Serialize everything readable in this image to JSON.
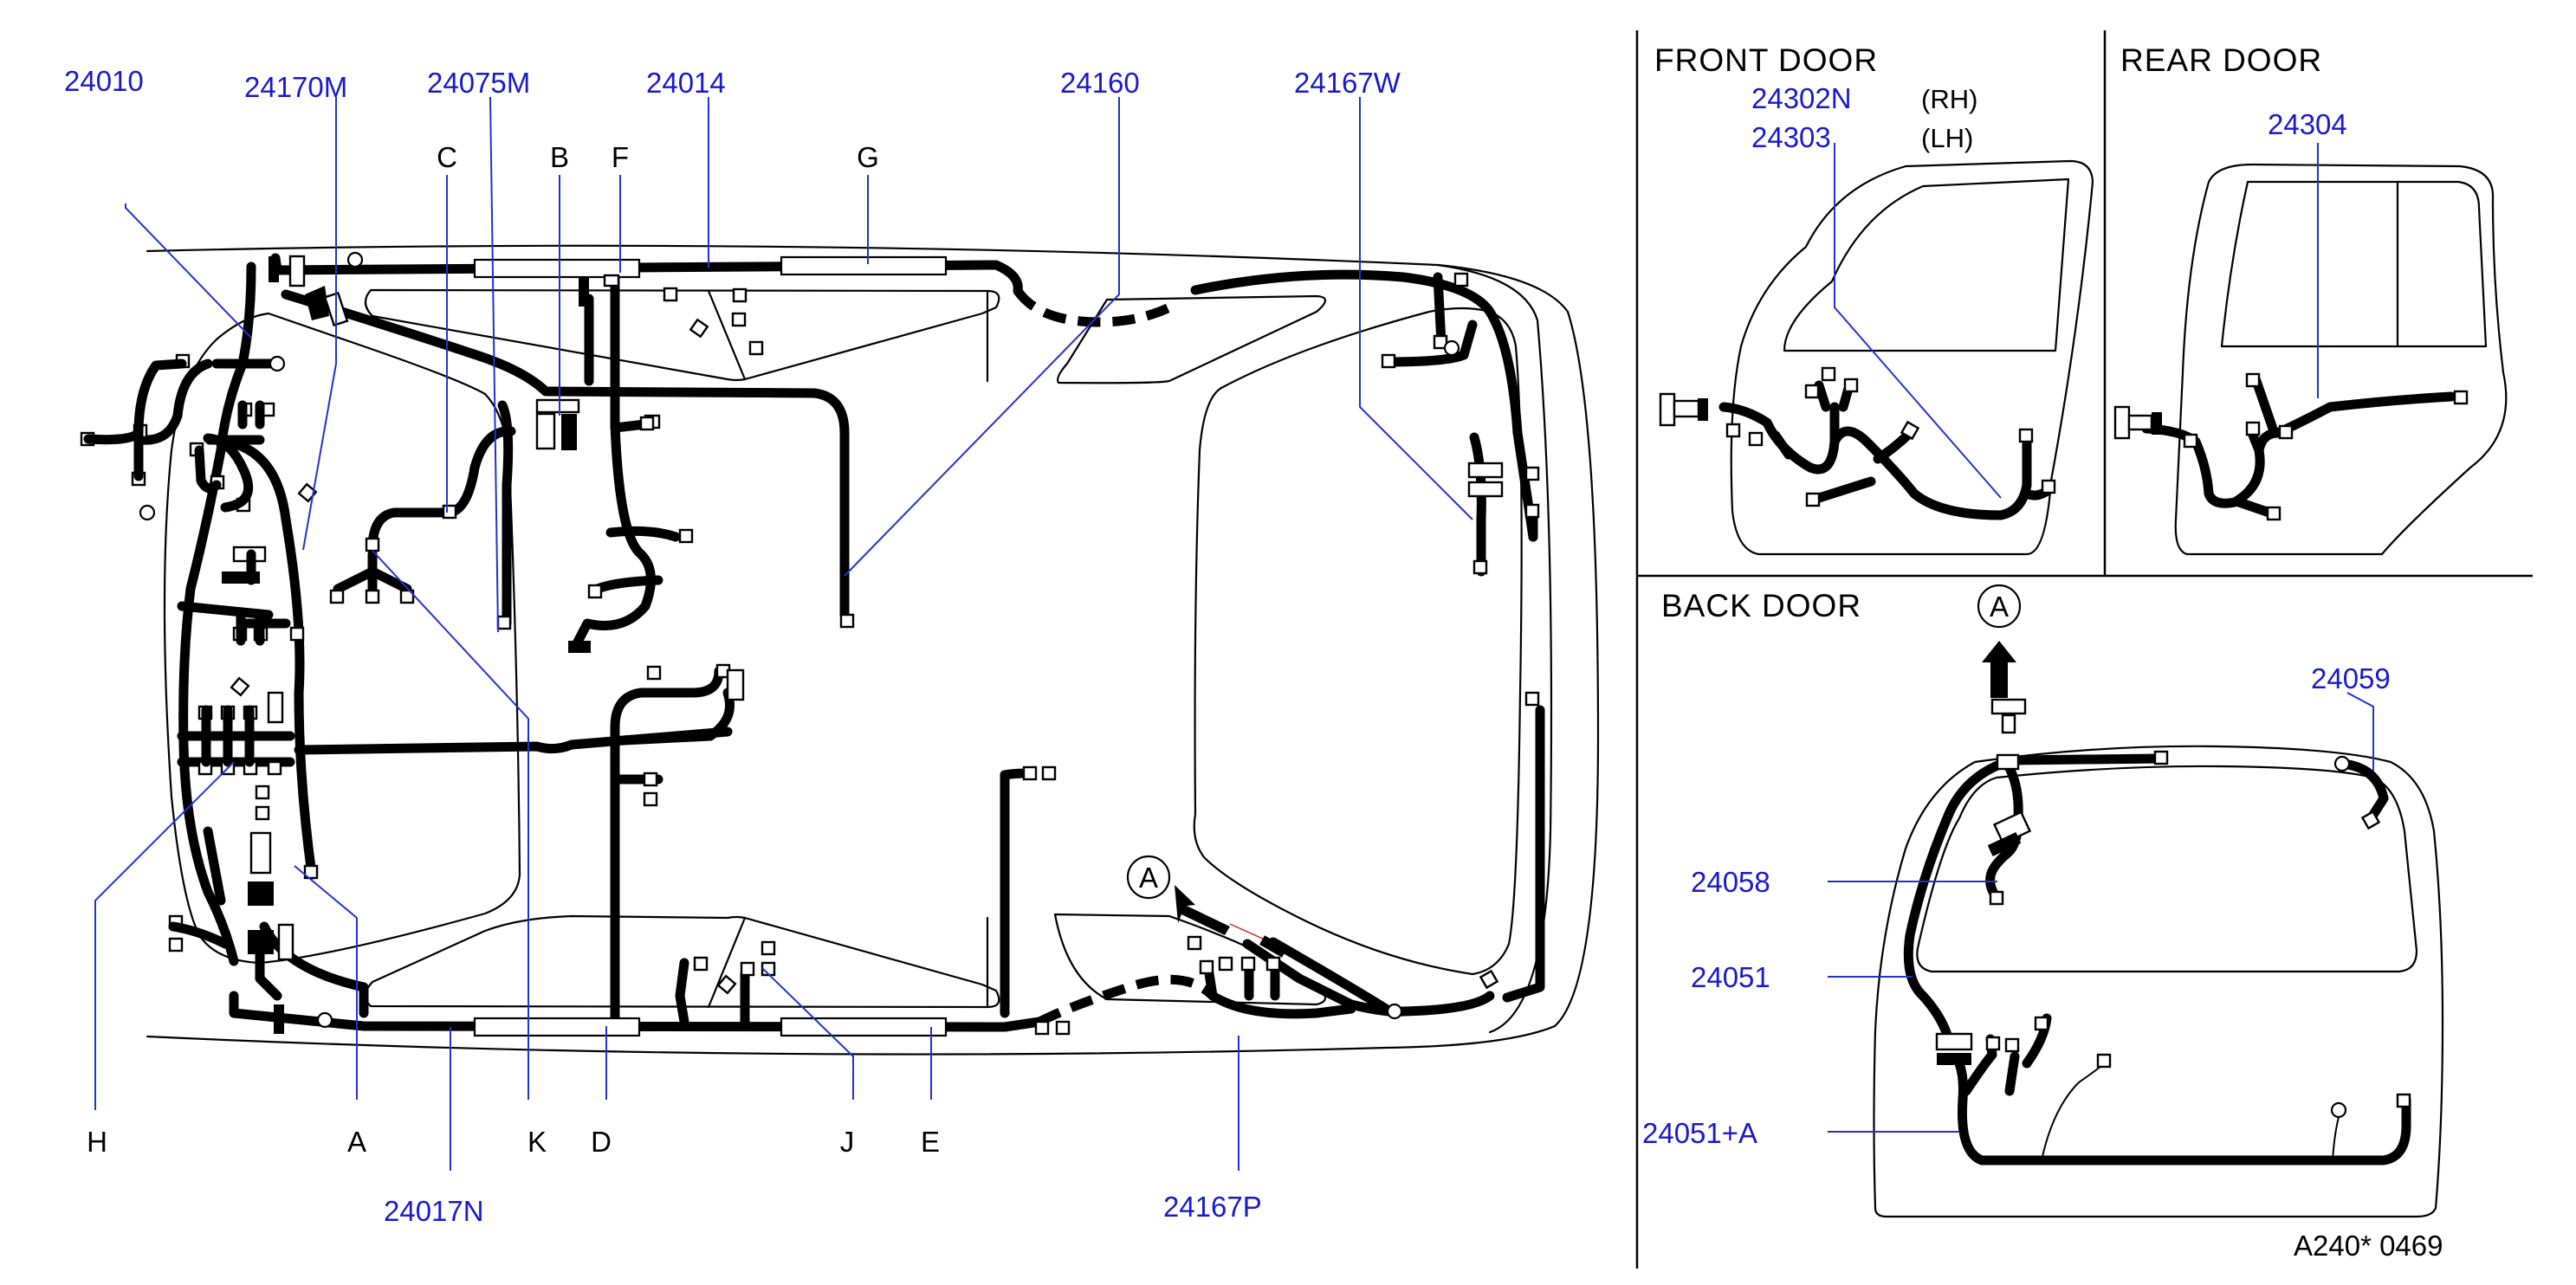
{
  "part_numbers": {
    "p24010": "24010",
    "p24170M": "24170M",
    "p24075M": "24075M",
    "p24014": "24014",
    "p24160": "24160",
    "p24167W": "24167W",
    "p24017N": "24017N",
    "p24167P": "24167P",
    "p24302N": "24302N",
    "p24303": "24303",
    "p24304": "24304",
    "p24059": "24059",
    "p24058": "24058",
    "p24051": "24051",
    "p24051A": "24051+A"
  },
  "letters": {
    "A": "A",
    "B": "B",
    "C": "C",
    "D": "D",
    "E": "E",
    "F": "F",
    "G": "G",
    "H": "H",
    "J": "J",
    "K": "K"
  },
  "panels": {
    "front_door": "FRONT DOOR",
    "rear_door": "REAR DOOR",
    "back_door": "BACK DOOR",
    "rh": "(RH)",
    "lh": "(LH)"
  },
  "arrow_marker": "A",
  "footer_code": "A240*  0469",
  "colors": {
    "part_number": "#1a1acc",
    "leader_line": "#2233cc",
    "harness": "#000000"
  }
}
